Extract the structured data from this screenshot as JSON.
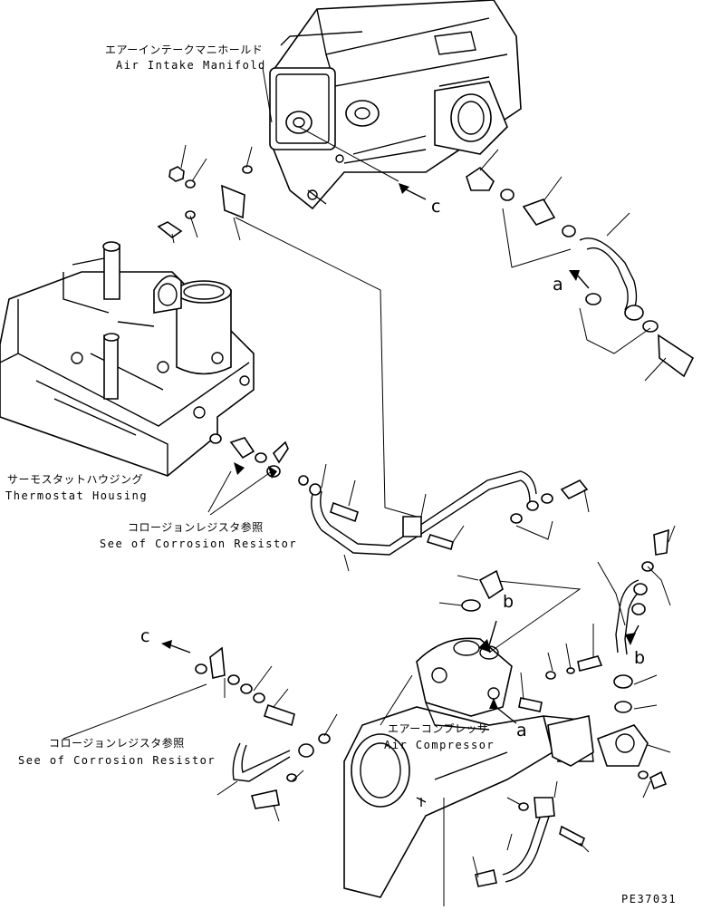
{
  "labels": {
    "air_intake_manifold_jp": "エアーインテークマニホールド",
    "air_intake_manifold_en": "Air Intake Manifold",
    "thermostat_housing_jp": "サーモスタットハウジング",
    "thermostat_housing_en": "Thermostat Housing",
    "corrosion_ref_1_jp": "コロージョンレジスタ参照",
    "corrosion_ref_1_en": "See of Corrosion Resistor",
    "corrosion_ref_2_jp": "コロージョンレジスタ参照",
    "corrosion_ref_2_en": "See of Corrosion Resistor",
    "air_compressor_jp": "エアーコンプレッサ",
    "air_compressor_en": "Air Compressor",
    "drawing_number": "PE37031"
  },
  "callouts": {
    "c_top": "c",
    "a_top": "a",
    "b_mid": "b",
    "b_right": "b",
    "c_left": "c",
    "a_comp": "a"
  }
}
